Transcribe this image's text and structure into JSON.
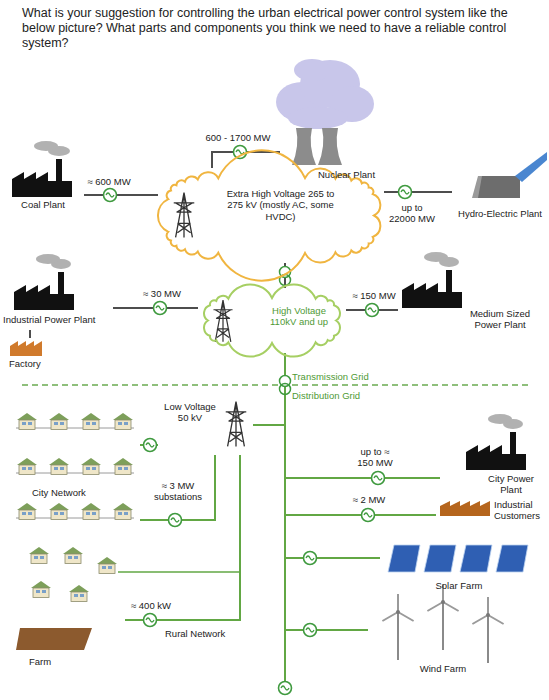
{
  "diagram": {
    "title": "What is your suggestion for controlling the urban electrical power control system like the below picture? What parts and components you think we need to have a reliable control system?",
    "nodes": [
      {
        "text": [
          "Coal Plant"
        ]
      },
      {
        "text": [
          "Nuclear Plant"
        ]
      },
      {
        "text": [
          "Extra High Voltage 265 to 275 kV (mostly AC, some HVDC)"
        ]
      },
      {
        "text": [
          "Hydro-Electric Plant"
        ]
      },
      {
        "text": [
          "Industrial Power Plant"
        ]
      },
      {
        "text": [
          "High Voltage 110kV and up"
        ]
      },
      {
        "text": [
          "Medium Sized Power Plant"
        ]
      },
      {
        "text": [
          "Factory"
        ]
      },
      {
        "text": [
          "Low Voltage 50 kV"
        ]
      },
      {
        "text": [
          "City Network"
        ]
      },
      {
        "text": [
          "City Power Plant"
        ]
      },
      {
        "text": [
          "Industrial Customers"
        ]
      },
      {
        "text": [
          "Solar Farm"
        ]
      },
      {
        "text": [
          "Farm"
        ]
      },
      {
        "text": [
          "Wind Farm"
        ]
      }
    ],
    "edges": [
      {
        "from": 0,
        "to": 2,
        "label": "≈ 600 MW",
        "arrow": "none"
      },
      {
        "from": 1,
        "to": 2,
        "label": "600 - 1700 MW",
        "arrow": "none"
      },
      {
        "from": 3,
        "to": 2,
        "label": "up to 22000 MW",
        "arrow": "none"
      },
      {
        "from": 2,
        "to": 5,
        "arrow": "none"
      },
      {
        "from": 4,
        "to": 5,
        "label": "≈ 30 MW",
        "arrow": "none"
      },
      {
        "from": 4,
        "to": 7,
        "arrow": "none"
      },
      {
        "from": 6,
        "to": 5,
        "label": "≈ 150 MW",
        "arrow": "none"
      },
      {
        "from": 5,
        "to": 8,
        "arrow": "none"
      },
      {
        "from": 8,
        "to": 9,
        "arrow": "none"
      },
      {
        "from": 8,
        "to": 9,
        "label": "≈ 3 MW substations",
        "arrow": "none"
      },
      {
        "from": 8,
        "to": 13,
        "label": "≈ 400 kW",
        "arrow": "none"
      },
      {
        "from": 5,
        "to": 10,
        "label": "up to ≈ 150 MW",
        "arrow": "none"
      },
      {
        "from": 5,
        "to": 11,
        "label": "≈ 2 MW",
        "arrow": "none"
      },
      {
        "from": 5,
        "to": 12,
        "arrow": "none"
      },
      {
        "from": 5,
        "to": 14,
        "arrow": "none"
      }
    ],
    "labels": [
      "Transmission Grid",
      "Distribution Grid",
      "Rural Network"
    ]
  }
}
